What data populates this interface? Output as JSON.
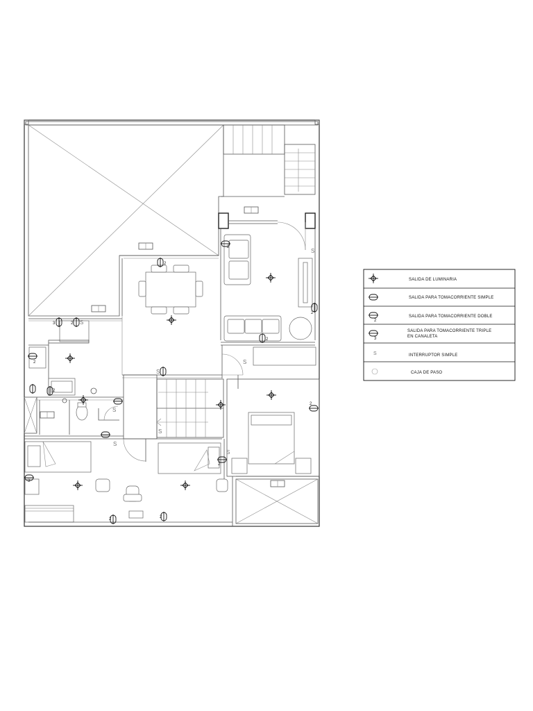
{
  "legend": {
    "items": [
      {
        "label": "SALIDA  DE  LUMINARIA",
        "symbol": "luminaire-icon"
      },
      {
        "label": "SALIDA  PARA  TOMACORRIENTE  SIMPLE",
        "symbol": "outlet-simple-icon"
      },
      {
        "label": "SALIDA  PARA  TOMACORRIENTE  DOBLE",
        "symbol": "outlet-double-icon"
      },
      {
        "label": "SALIDA  PARA  TOMACORRIENTE  TRIPLE",
        "label2": "EN  CANALETA",
        "symbol": "outlet-triple-icon"
      },
      {
        "label": "INTERRUPTOR   SIMPLE",
        "symbol": "switch-icon"
      },
      {
        "label": "CAJA  DE  PASO",
        "symbol": "junction-box-icon"
      }
    ]
  },
  "plan": {
    "switch_label": "S",
    "num_2": "2",
    "num_3": "3"
  }
}
